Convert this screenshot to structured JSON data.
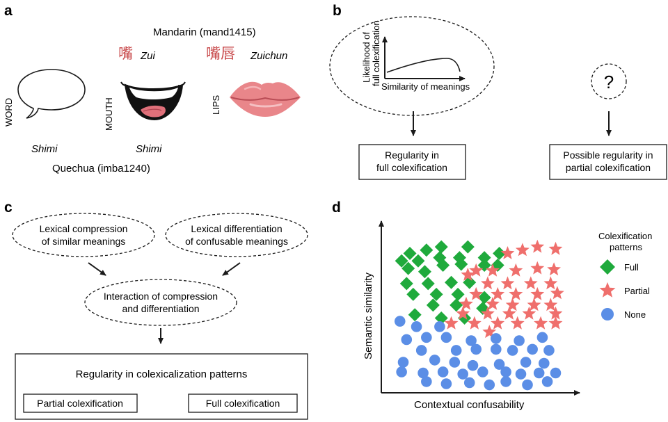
{
  "panel_labels": {
    "a": "a",
    "b": "b",
    "c": "c",
    "d": "d"
  },
  "panel_a": {
    "mandarin_label": "Mandarin (mand1415)",
    "quechua_label": "Quechua (imba1240)",
    "row_labels": {
      "word": "WORD",
      "mouth": "MOUTH",
      "lips": "LIPS"
    },
    "mouth_hanzi": "嘴",
    "mouth_pinyin": "Zui",
    "lips_hanzi": "嘴唇",
    "lips_pinyin": "Zuichun",
    "quechua_word_1": "Shimi",
    "quechua_word_2": "Shimi",
    "colors": {
      "hanzi": "#c8494b",
      "lips_fill": "#e9868a",
      "mouth_fill": "#111111"
    },
    "icons": [
      "speech-bubble-icon",
      "smiling-mouth-icon",
      "lips-icon"
    ]
  },
  "panel_b": {
    "ylabel_line1": "Likelihood of",
    "ylabel_line2": "full colexification",
    "xlabel": "Similarity of meanings",
    "question_mark": "?",
    "box_full_line1": "Regularity in",
    "box_full_line2": "full colexification",
    "box_partial_line1": "Possible regularity in",
    "box_partial_line2": "partial colexification"
  },
  "panel_c": {
    "lexical_compression_line1": "Lexical compression",
    "lexical_compression_line2": "of similar meanings",
    "lexical_differentiation_line1": "Lexical differentiation",
    "lexical_differentiation_line2": "of confusable meanings",
    "interaction_line1": "Interaction of compression",
    "interaction_line2": "and differentiation",
    "regularity_title": "Regularity in colexicalization patterns",
    "partial_box": "Partial colexification",
    "full_box": "Full colexification"
  },
  "chart_data": {
    "type": "scatter",
    "title": "",
    "xlabel": "Contextual confusability",
    "ylabel": "Semantic similarity",
    "grid": false,
    "legend_title_line1": "Colexification",
    "legend_title_line2": "patterns",
    "legend_position": "right",
    "series": [
      {
        "name": "Full",
        "marker": "diamond",
        "color": "#1faa3c",
        "points": [
          [
            0.08,
            0.81
          ],
          [
            0.18,
            0.84
          ],
          [
            0.27,
            0.87
          ],
          [
            0.43,
            0.87
          ],
          [
            0.03,
            0.74
          ],
          [
            0.13,
            0.74
          ],
          [
            0.26,
            0.77
          ],
          [
            0.38,
            0.77
          ],
          [
            0.53,
            0.77
          ],
          [
            0.07,
            0.67
          ],
          [
            0.17,
            0.64
          ],
          [
            0.28,
            0.7
          ],
          [
            0.39,
            0.71
          ],
          [
            0.53,
            0.7
          ],
          [
            0.62,
            0.81
          ],
          [
            0.61,
            0.7
          ],
          [
            0.06,
            0.53
          ],
          [
            0.19,
            0.53
          ],
          [
            0.33,
            0.54
          ],
          [
            0.44,
            0.54
          ],
          [
            0.1,
            0.43
          ],
          [
            0.24,
            0.43
          ],
          [
            0.37,
            0.43
          ],
          [
            0.53,
            0.4
          ],
          [
            0.22,
            0.33
          ],
          [
            0.36,
            0.33
          ],
          [
            0.52,
            0.3
          ],
          [
            0.11,
            0.24
          ],
          [
            0.27,
            0.21
          ],
          [
            0.41,
            0.21
          ]
        ]
      },
      {
        "name": "Partial",
        "marker": "star",
        "color": "#ef6f6c",
        "points": [
          [
            0.67,
            0.81
          ],
          [
            0.76,
            0.84
          ],
          [
            0.85,
            0.87
          ],
          [
            0.96,
            0.85
          ],
          [
            0.48,
            0.65
          ],
          [
            0.58,
            0.65
          ],
          [
            0.72,
            0.65
          ],
          [
            0.85,
            0.67
          ],
          [
            0.95,
            0.66
          ],
          [
            0.43,
            0.61
          ],
          [
            0.55,
            0.53
          ],
          [
            0.67,
            0.53
          ],
          [
            0.81,
            0.53
          ],
          [
            0.93,
            0.53
          ],
          [
            0.48,
            0.43
          ],
          [
            0.61,
            0.43
          ],
          [
            0.72,
            0.43
          ],
          [
            0.85,
            0.43
          ],
          [
            0.97,
            0.44
          ],
          [
            0.42,
            0.34
          ],
          [
            0.58,
            0.34
          ],
          [
            0.7,
            0.33
          ],
          [
            0.83,
            0.33
          ],
          [
            0.93,
            0.33
          ],
          [
            0.4,
            0.25
          ],
          [
            0.55,
            0.25
          ],
          [
            0.68,
            0.25
          ],
          [
            0.8,
            0.25
          ],
          [
            0.96,
            0.25
          ],
          [
            0.33,
            0.16
          ],
          [
            0.47,
            0.16
          ],
          [
            0.61,
            0.16
          ],
          [
            0.73,
            0.16
          ],
          [
            0.87,
            0.16
          ],
          [
            0.96,
            0.16
          ],
          [
            0.56,
            0.08
          ]
        ]
      },
      {
        "name": "None",
        "marker": "circle",
        "color": "#5b8ee6",
        "points": [
          [
            0.02,
            0.18
          ],
          [
            0.12,
            0.13
          ],
          [
            0.26,
            0.13
          ],
          [
            0.06,
            0.01
          ],
          [
            0.18,
            0.03
          ],
          [
            0.3,
            0.03
          ],
          [
            0.45,
            0.0
          ],
          [
            0.6,
            0.02
          ],
          [
            0.74,
            0.0
          ],
          [
            0.88,
            0.03
          ],
          [
            0.15,
            -0.09
          ],
          [
            0.36,
            -0.09
          ],
          [
            0.48,
            -0.08
          ],
          [
            0.6,
            -0.08
          ],
          [
            0.7,
            -0.09
          ],
          [
            0.82,
            -0.08
          ],
          [
            0.92,
            -0.09
          ],
          [
            0.04,
            -0.2
          ],
          [
            0.23,
            -0.18
          ],
          [
            0.35,
            -0.2
          ],
          [
            0.46,
            -0.23
          ],
          [
            0.62,
            -0.22
          ],
          [
            0.78,
            -0.2
          ],
          [
            0.89,
            -0.21
          ],
          [
            0.03,
            -0.29
          ],
          [
            0.16,
            -0.3
          ],
          [
            0.28,
            -0.29
          ],
          [
            0.4,
            -0.31
          ],
          [
            0.52,
            -0.29
          ],
          [
            0.66,
            -0.29
          ],
          [
            0.75,
            -0.31
          ],
          [
            0.86,
            -0.3
          ],
          [
            0.96,
            -0.3
          ],
          [
            0.18,
            -0.38
          ],
          [
            0.3,
            -0.4
          ],
          [
            0.44,
            -0.39
          ],
          [
            0.56,
            -0.41
          ],
          [
            0.66,
            -0.38
          ],
          [
            0.79,
            -0.41
          ],
          [
            0.91,
            -0.38
          ]
        ]
      }
    ]
  }
}
